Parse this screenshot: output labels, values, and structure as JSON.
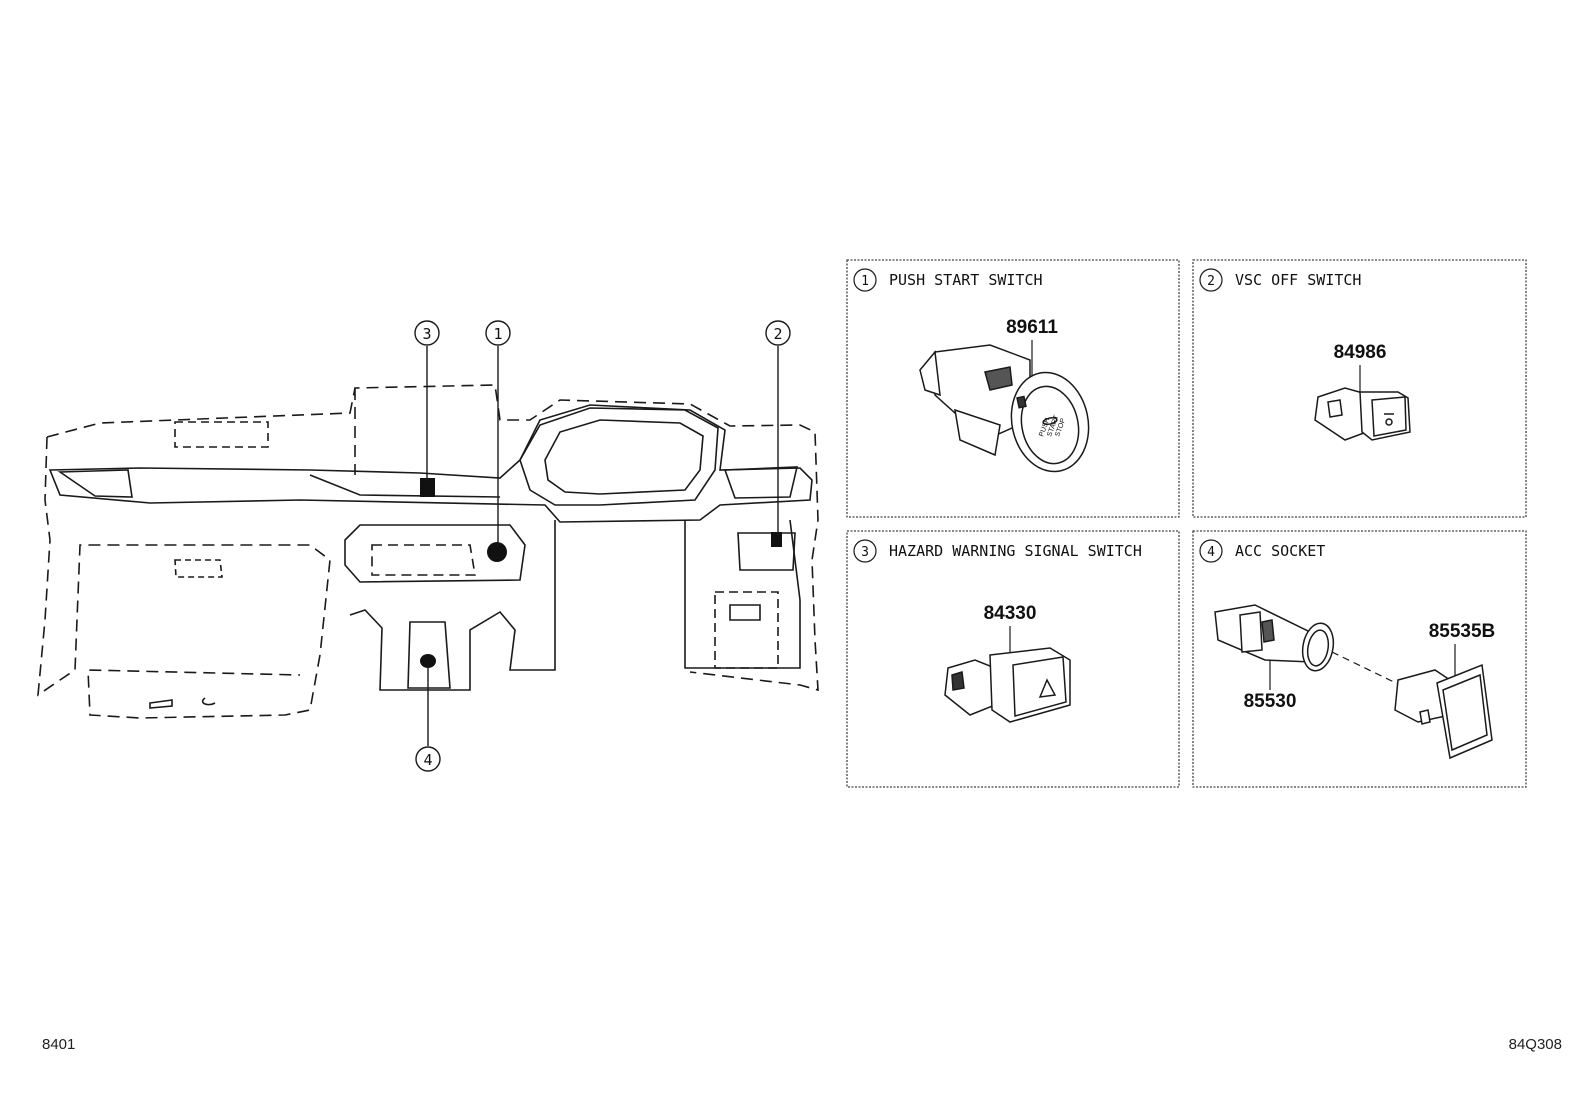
{
  "page": {
    "left_code": "8401",
    "right_code": "84Q308"
  },
  "callouts": {
    "c1": "1",
    "c2": "2",
    "c3": "3",
    "c4": "4"
  },
  "panels": [
    {
      "num": "1",
      "title": "PUSH START SWITCH",
      "parts": [
        "89611"
      ]
    },
    {
      "num": "2",
      "title": "VSC OFF SWITCH",
      "parts": [
        "84986"
      ]
    },
    {
      "num": "3",
      "title": "HAZARD WARNING SIGNAL SWITCH",
      "parts": [
        "84330"
      ]
    },
    {
      "num": "4",
      "title": "ACC SOCKET",
      "parts": [
        "85530",
        "85535B"
      ]
    }
  ],
  "part_glyphs": {
    "push_start_text": [
      "PUSH",
      "START",
      "STOP"
    ]
  },
  "colors": {
    "line": "#1a1a1a",
    "fill_dark": "#111111",
    "panel_border": "#444444"
  }
}
